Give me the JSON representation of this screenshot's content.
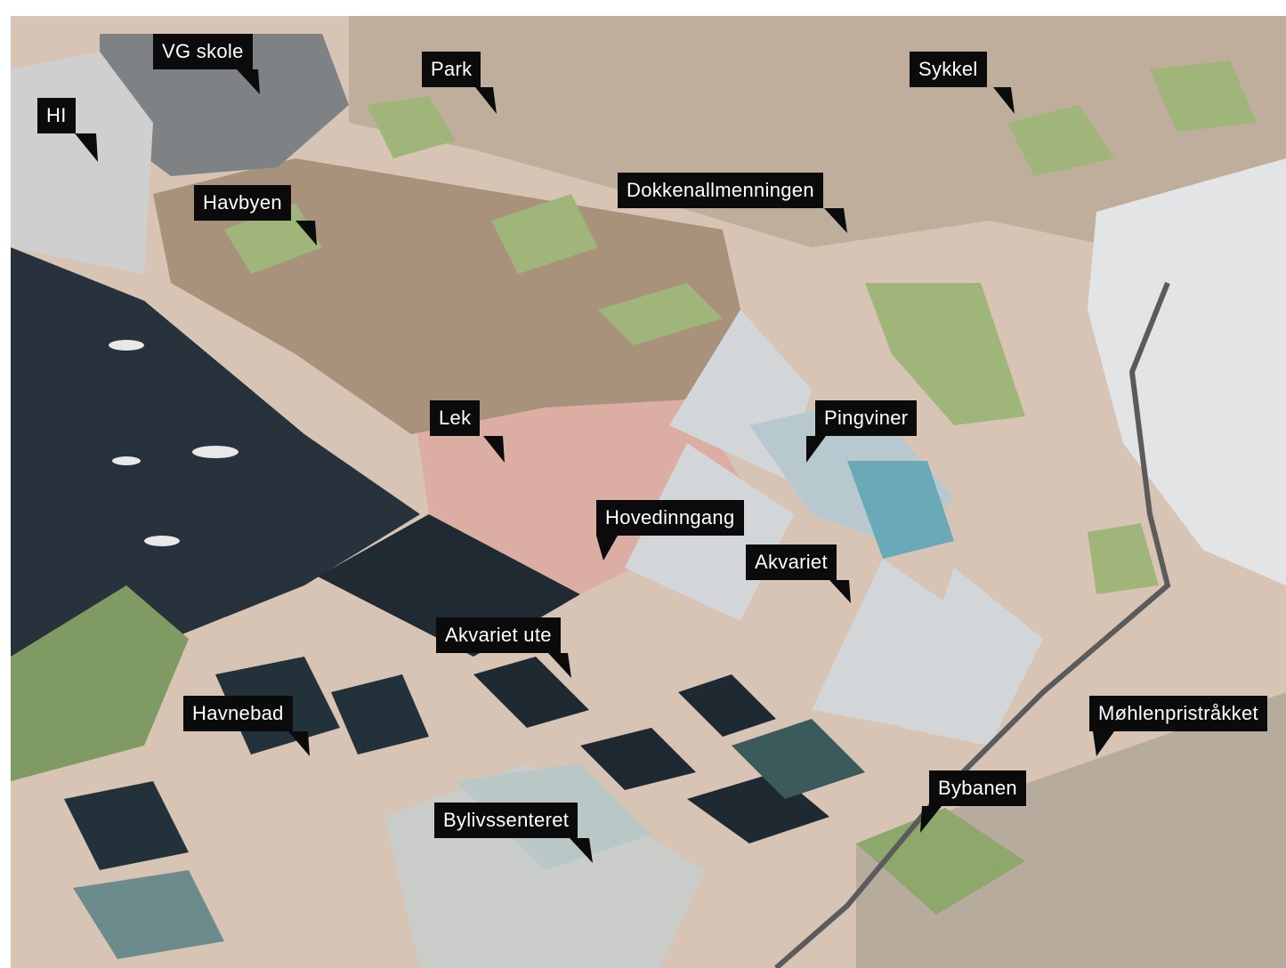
{
  "map": {
    "labels": {
      "hi": "HI",
      "vg_skole": "VG skole",
      "park": "Park",
      "sykkel": "Sykkel",
      "havbyen": "Havbyen",
      "dokkenallmenningen": "Dokkenallmenningen",
      "lek": "Lek",
      "pingviner": "Pingviner",
      "hovedinngang": "Hovedinngang",
      "akvariet": "Akvariet",
      "akvariet_ute": "Akvariet ute",
      "havnebad": "Havnebad",
      "mohlenpristrakket": "Møhlenpristråkket",
      "bybanen": "Bybanen",
      "bylivssenteret": "Bylivssenteret"
    },
    "colors": {
      "label_bg": "#0b0b0b",
      "label_text": "#ffffff",
      "water": "#27323c",
      "plaza": "#d9aea3",
      "green_roof": "#9fb57a",
      "facade": "#b9a995"
    }
  }
}
